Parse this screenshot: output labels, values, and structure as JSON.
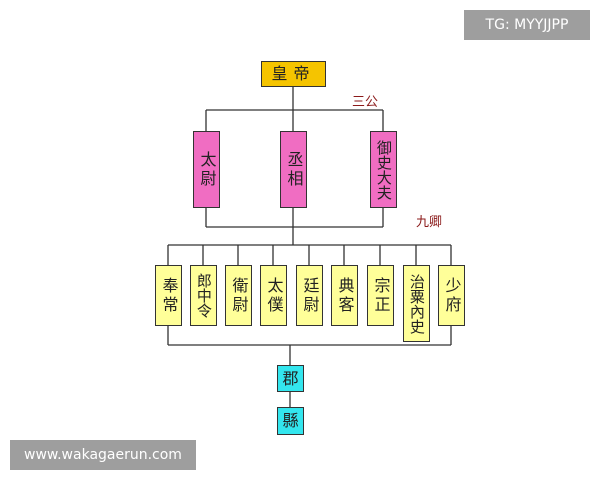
{
  "watermark_top": "TG: MYYJJPP",
  "watermark_bottom": "www.wakagaerun.com",
  "emperor": "皇帝",
  "labels": {
    "san_gong": "三公",
    "jiu_qing": "九卿"
  },
  "san_gong": [
    "太尉",
    "丞相",
    "御史大夫"
  ],
  "jiu_qing": [
    "奉常",
    "郎中令",
    "衛尉",
    "太僕",
    "廷尉",
    "典客",
    "宗正",
    "治粟內史",
    "少府"
  ],
  "local": [
    "郡",
    "縣"
  ],
  "colors": {
    "emperor": "#f5c400",
    "san_gong": "#f06dc2",
    "jiu_qing": "#ffff99",
    "local": "#33e6ee",
    "label": "#8b1a1a"
  }
}
